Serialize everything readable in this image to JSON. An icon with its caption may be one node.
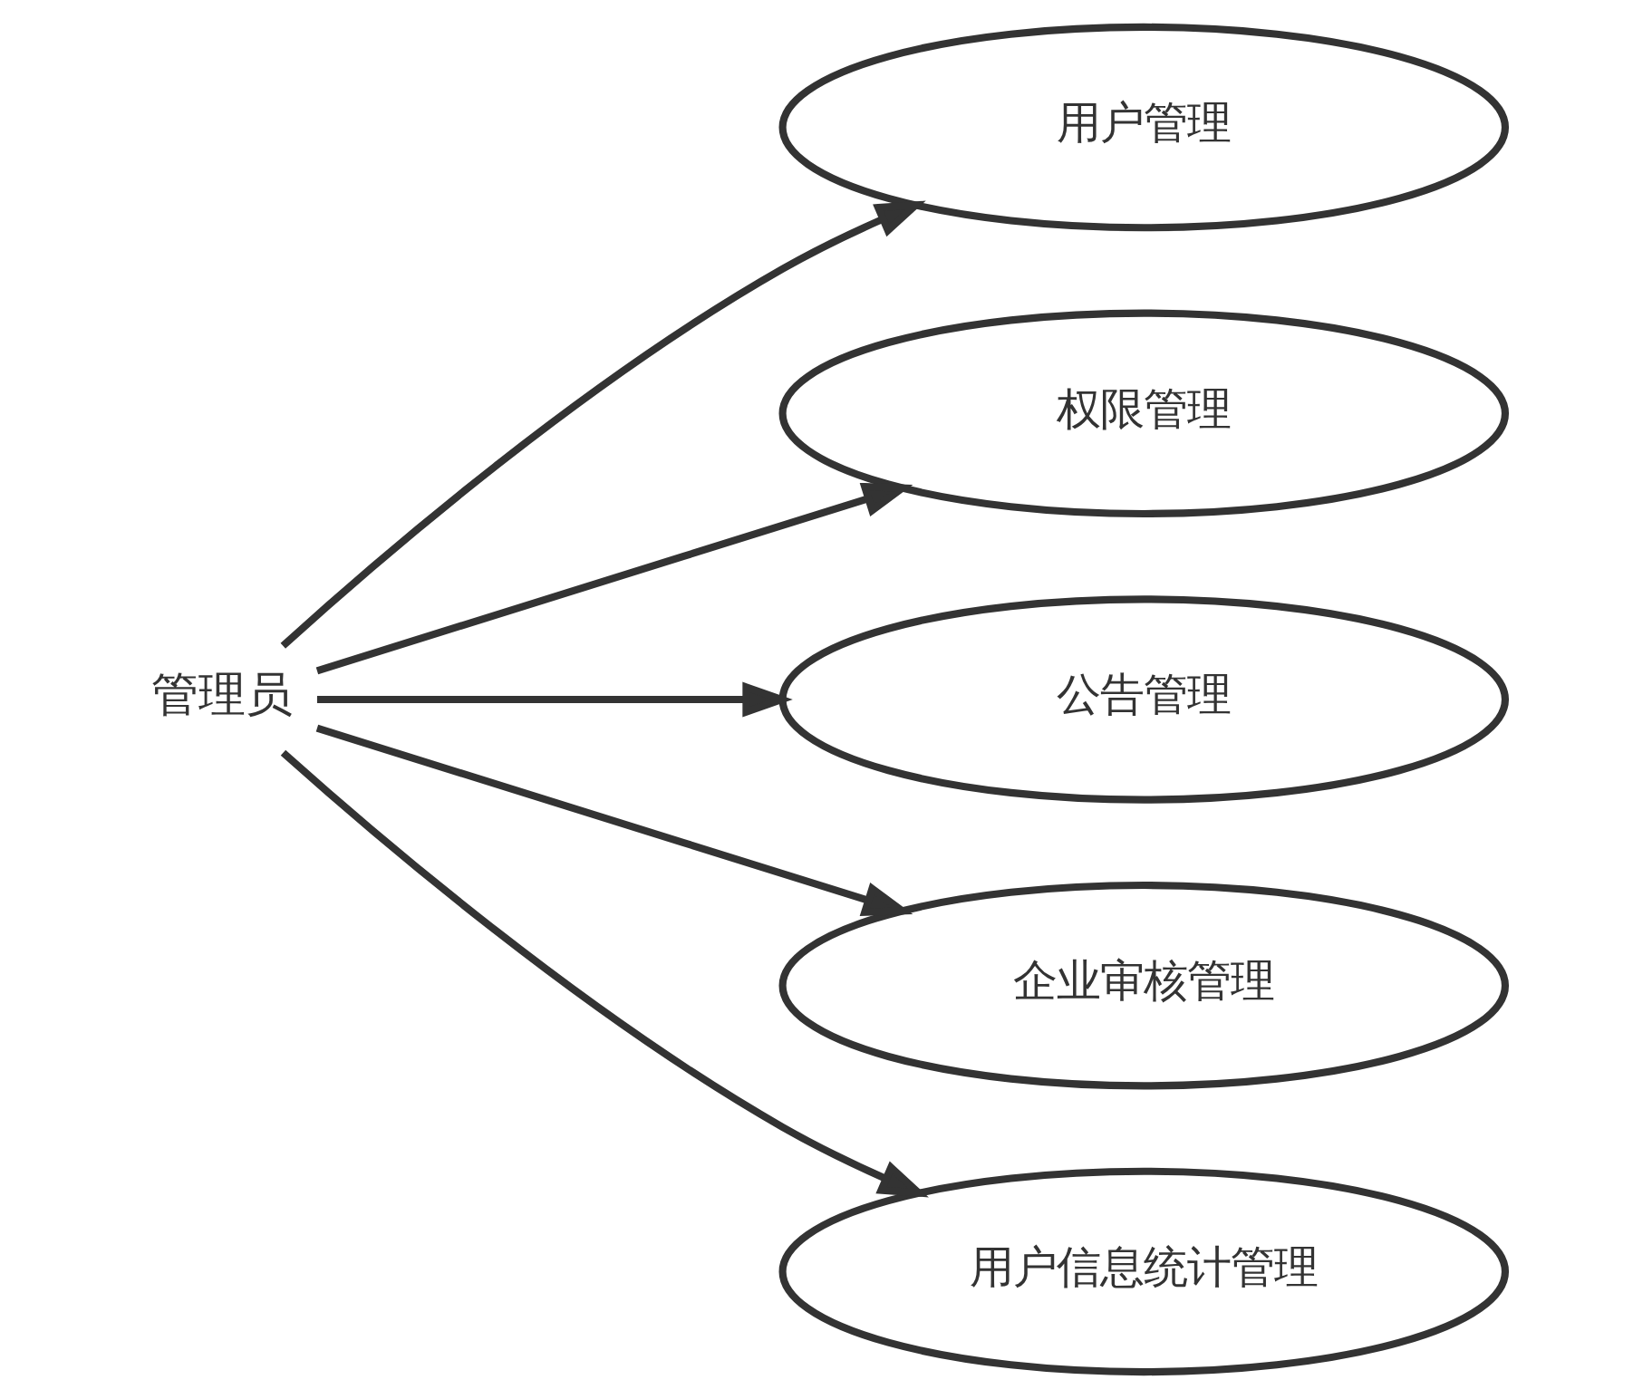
{
  "diagram": {
    "nodes": [
      {
        "text": [
          "管理员"
        ]
      },
      {
        "text": [
          "用户管理"
        ]
      },
      {
        "text": [
          "权限管理"
        ]
      },
      {
        "text": [
          "公告管理"
        ]
      },
      {
        "text": [
          "企业审核管理"
        ]
      },
      {
        "text": [
          "用户信息统计管理"
        ]
      }
    ],
    "edges": [
      {
        "from": 0,
        "to": 1,
        "arrow": "to"
      },
      {
        "from": 0,
        "to": 2,
        "arrow": "to"
      },
      {
        "from": 0,
        "to": 3,
        "arrow": "to"
      },
      {
        "from": 0,
        "to": 4,
        "arrow": "to"
      },
      {
        "from": 0,
        "to": 5,
        "arrow": "to"
      }
    ]
  }
}
